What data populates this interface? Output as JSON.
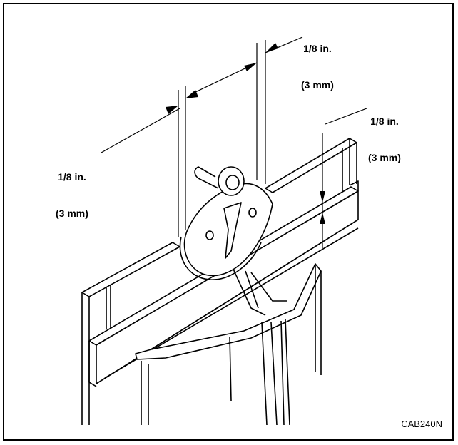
{
  "callouts": {
    "top_dimension": {
      "line1": "1/8 in.",
      "line2": "(3 mm)"
    },
    "right_dimension": {
      "line1": "1/8 in.",
      "line2": "(3 mm)"
    },
    "left_dimension": {
      "line1": "1/8 in.",
      "line2": "(3 mm)"
    }
  },
  "figure_code": "CAB240N"
}
